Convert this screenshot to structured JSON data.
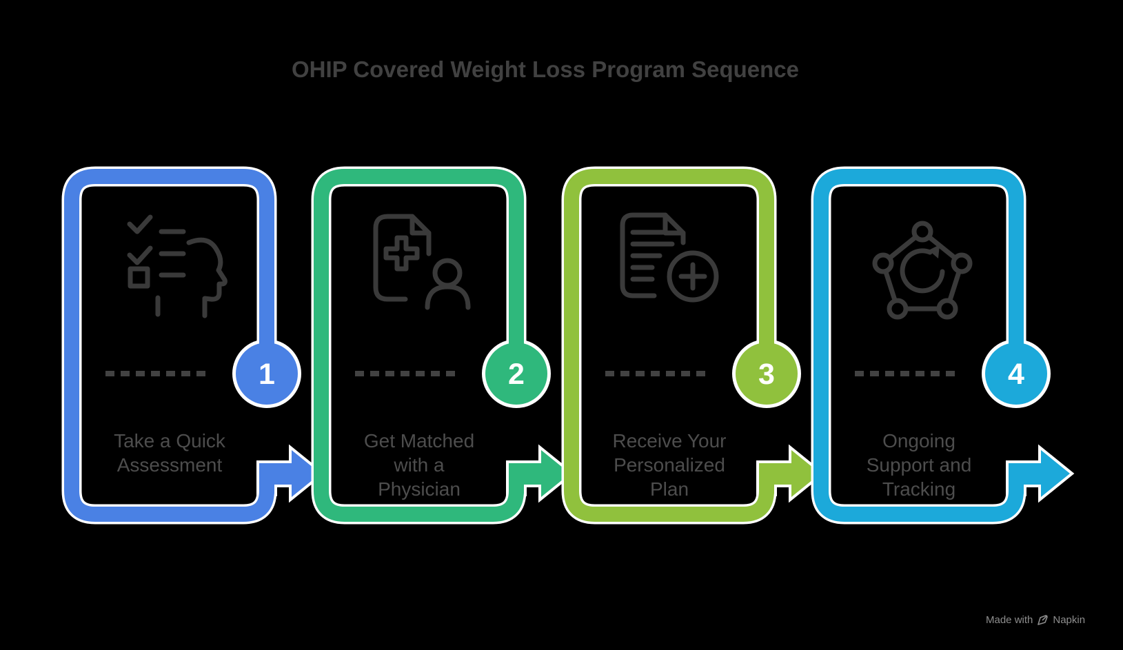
{
  "title": "OHIP Covered Weight Loss Program Sequence",
  "background_color": "#000000",
  "steps": [
    {
      "number": "1",
      "color": "#4a81e4",
      "icon": "head-checklist-icon",
      "lines": [
        "Take a Quick",
        "Assessment"
      ]
    },
    {
      "number": "2",
      "color": "#2fb87c",
      "icon": "medical-record-match-icon",
      "lines": [
        "Get Matched",
        "with a",
        "Physician"
      ]
    },
    {
      "number": "3",
      "color": "#90c13d",
      "icon": "document-plus-icon",
      "lines": [
        "Receive Your",
        "Personalized",
        "Plan"
      ]
    },
    {
      "number": "4",
      "color": "#1ca9da",
      "icon": "network-refresh-icon",
      "lines": [
        "Ongoing",
        "Support and",
        "Tracking"
      ]
    }
  ],
  "watermark": {
    "prefix": "Made with",
    "brand": "Napkin"
  }
}
